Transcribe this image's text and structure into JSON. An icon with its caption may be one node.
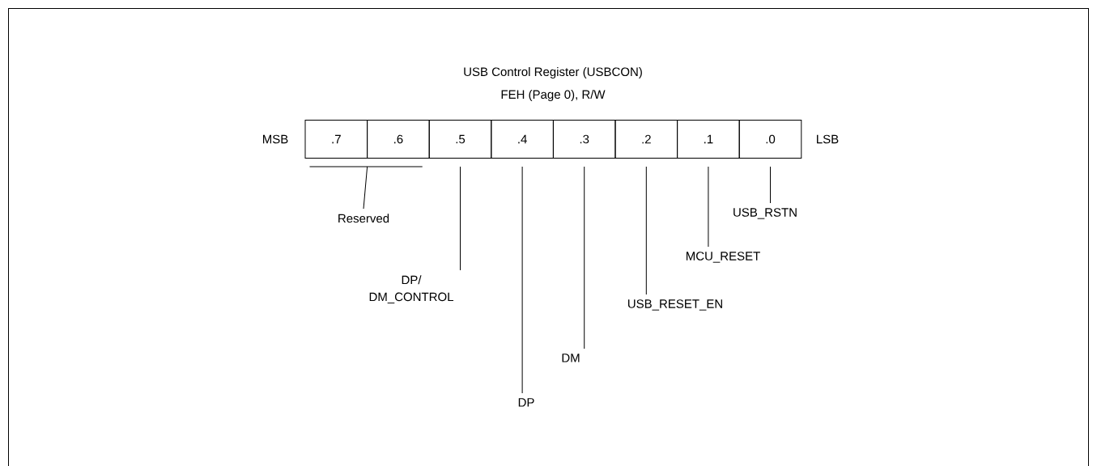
{
  "diagram": {
    "title": "USB Control Register (USBCON)",
    "nodes": [
      {
        "text": [
          ".7"
        ]
      },
      {
        "text": [
          ".6"
        ]
      },
      {
        "text": [
          ".5"
        ]
      },
      {
        "text": [
          ".4"
        ]
      },
      {
        "text": [
          ".3"
        ]
      },
      {
        "text": [
          ".2"
        ]
      },
      {
        "text": [
          ".1"
        ]
      },
      {
        "text": [
          ".0"
        ]
      },
      {
        "text": [
          "Reserved"
        ]
      },
      {
        "text": [
          "DP/ DM_CONTROL"
        ]
      },
      {
        "text": [
          "DP"
        ]
      },
      {
        "text": [
          "DM"
        ]
      },
      {
        "text": [
          "USB_RESET_EN"
        ]
      },
      {
        "text": [
          "MCU_RESET"
        ]
      },
      {
        "text": [
          "USB_RSTN"
        ]
      }
    ],
    "edges": [
      {
        "from": 8,
        "to": 0,
        "arrow": "none"
      },
      {
        "from": 8,
        "to": 1,
        "arrow": "none"
      },
      {
        "from": 9,
        "to": 2,
        "arrow": "none"
      },
      {
        "from": 10,
        "to": 3,
        "arrow": "none"
      },
      {
        "from": 11,
        "to": 4,
        "arrow": "none"
      },
      {
        "from": 12,
        "to": 5,
        "arrow": "none"
      },
      {
        "from": 13,
        "to": 6,
        "arrow": "none"
      },
      {
        "from": 14,
        "to": 7,
        "arrow": "none"
      }
    ],
    "labels": [
      "FEH (Page 0), R/W",
      "MSB",
      "LSB"
    ]
  }
}
